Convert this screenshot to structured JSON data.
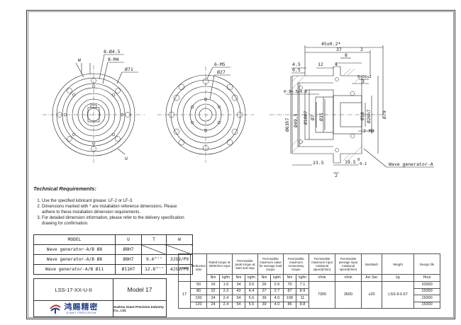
{
  "dims": {
    "front_left": [
      "W",
      "8-Ø4.5",
      "8-M4",
      "Ø71",
      "U"
    ],
    "front_middle": [
      "6-M5",
      "Ø27"
    ],
    "section": [
      "45±0.2*",
      "37",
      "2",
      "8",
      "12",
      "4",
      "4.5",
      "0.5",
      "0-56x2",
      "3",
      "0-34.5x0.8",
      "Ø63h7",
      "Ø49.5",
      "Ø10H7",
      "Ø7",
      "Ø35",
      "Ø18",
      "Ø26h7",
      "Ø79",
      "2-M3",
      "23.5",
      "19.5",
      "0",
      "-0.1",
      "2",
      "Wave generator-A"
    ]
  },
  "technical": {
    "title": "Technical Requirements:",
    "items": [
      "Use the specified lubricant grease: LF-2 or LF-3.",
      "Dimensions marked with * are installation reference dimensions. Please adhere to these installation dimension requirements.",
      "For detailed dimension information, please refer to the delivery specification drawing for confirmation."
    ]
  },
  "model_table": {
    "headers": [
      "MODEL",
      "U",
      "T",
      "W"
    ],
    "rows": [
      [
        "Wave generator-A/B Ø8",
        "Ø8H7",
        "",
        ""
      ],
      [
        "Wave generator-A/B Ø8",
        "Ø8H7",
        "9.4",
        "3JS9/P9"
      ],
      [
        "Wave generator-A/B Ø11",
        "Ø11H7",
        "12.8",
        "4JS9/P9"
      ]
    ],
    "tolerance": "+0.1 0"
  },
  "title_block": {
    "part_number": "LSS-17-XX-U-II",
    "model": "Model 17",
    "company_zh": "鸿赐精密",
    "company_en": "GIANT PRECISION",
    "company_full": "Suzhou Giant Precision Industry Co., Ltd."
  },
  "spec_table": {
    "headers": [
      "Model",
      "Reduction ratio",
      "Rated torque at 2000r/min input",
      "Permissible peak torque at start and stop",
      "Permissible maximum value for average load torque",
      "Permissible maximum momentary torque",
      "Permissible maximum input rotational speed(r/min)",
      "Permissible average input rotational speed(r/min)",
      "Backlash",
      "Weight",
      "Design life"
    ],
    "units": [
      "Nm",
      "kgfm",
      "Nm",
      "kgfm",
      "Nm",
      "kgfm",
      "Nm",
      "kgfm",
      "r/min",
      "r/min",
      "Arc Sec",
      "kg",
      "Hour"
    ],
    "model": "17",
    "rows": [
      [
        "50",
        "16",
        "1.6",
        "34",
        "3.5",
        "26",
        "2.6",
        "70",
        "7.1",
        "10000"
      ],
      [
        "80",
        "22",
        "2.2",
        "43",
        "4.4",
        "27",
        "2.7",
        "87",
        "8.9",
        "15000"
      ],
      [
        "100",
        "24",
        "2.4",
        "54",
        "5.5",
        "39",
        "4.0",
        "108",
        "11",
        "15000"
      ],
      [
        "120",
        "24",
        "2.4",
        "54",
        "5.5",
        "39",
        "4.0",
        "86",
        "8.8",
        "15000"
      ]
    ],
    "max_speed": "7300",
    "avg_speed": "3500",
    "backlash": "≤20",
    "weight": "LSS-II:0.67"
  },
  "colors": {
    "line": "#222222",
    "logo": "#1f3f8a"
  }
}
